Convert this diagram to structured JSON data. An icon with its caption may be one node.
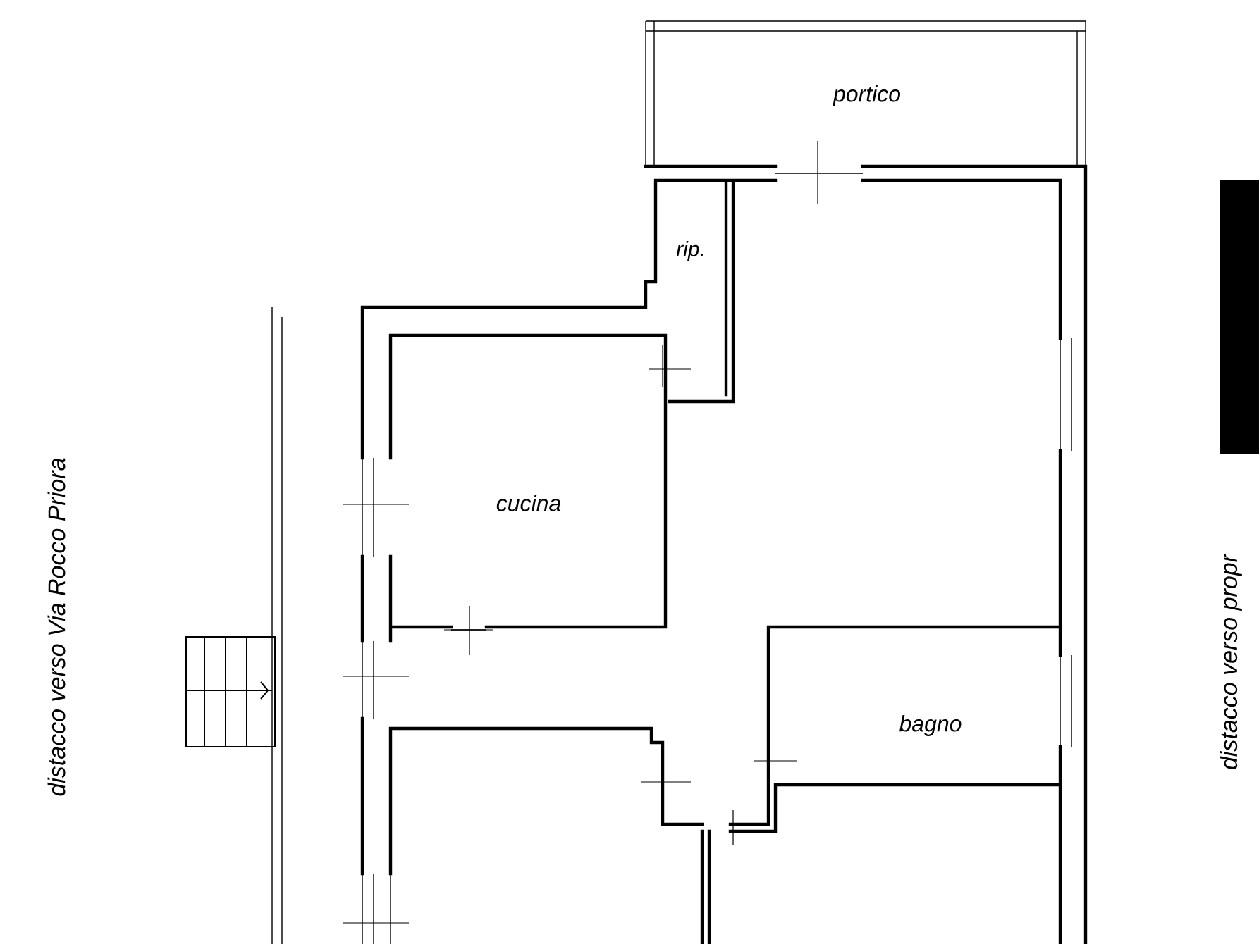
{
  "diagram": {
    "labels": [
      "portico",
      "rip.",
      "cucina",
      "bagno",
      "distacco verso Via Rocco Priora",
      "distacco verso propr"
    ]
  }
}
